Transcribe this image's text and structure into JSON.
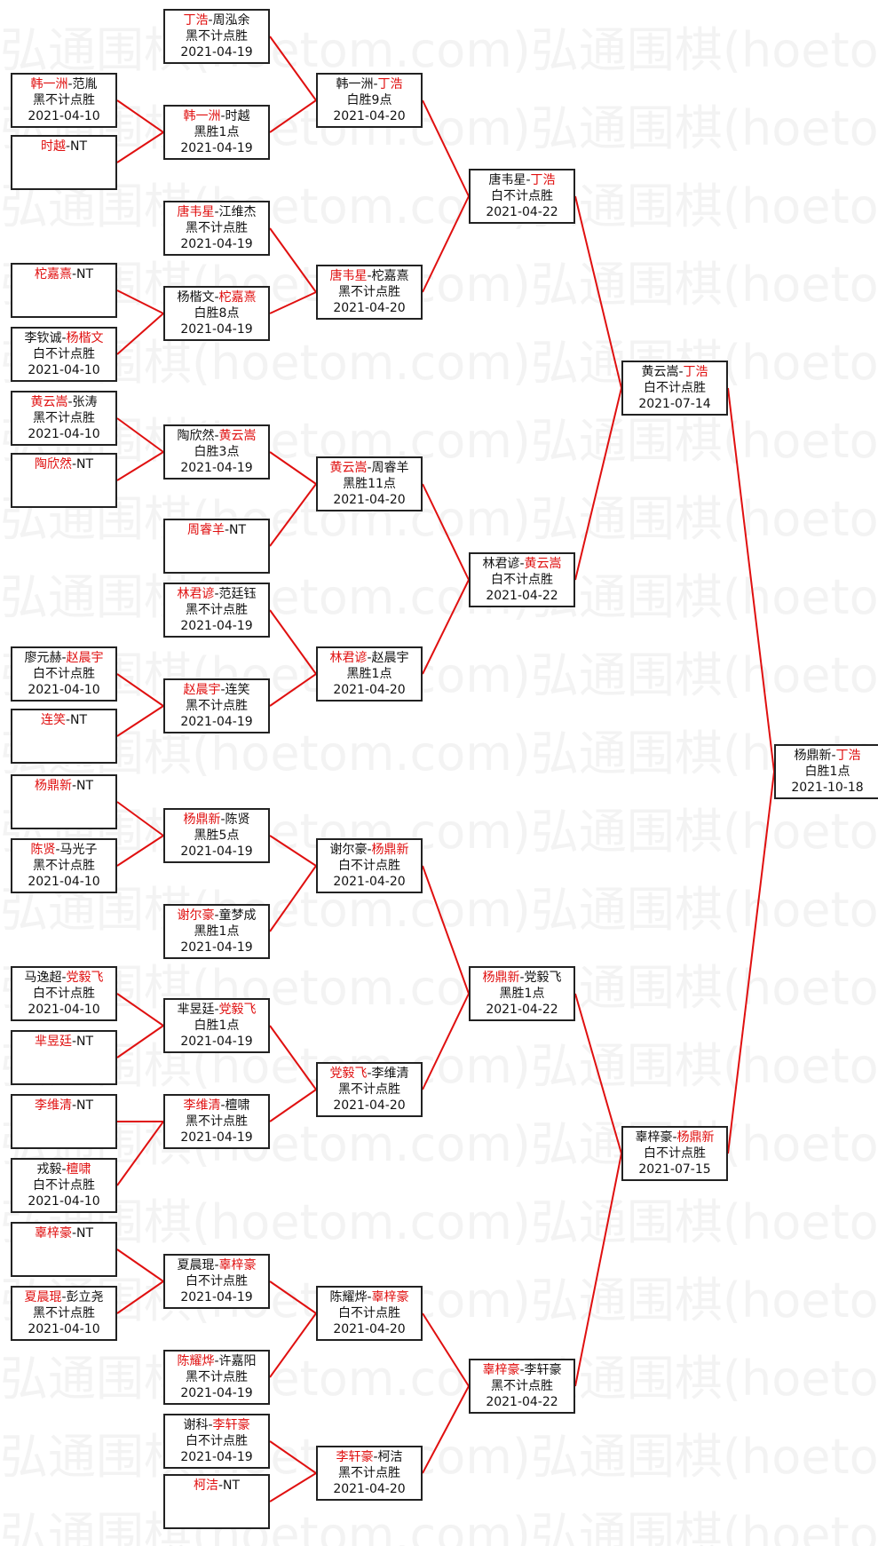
{
  "watermark": "弘通围棋(hoetom.com)",
  "colors": {
    "winner": "#e01010",
    "connector": "#e01010",
    "border": "#222222",
    "text": "#111111"
  },
  "rounds": {
    "r1": [
      {
        "id": "r1-1",
        "p1": "韩一洲",
        "p2": "范胤",
        "w": 1,
        "result": "黑不计点胜",
        "date": "2021-04-10"
      },
      {
        "id": "r1-2",
        "p1": "时越",
        "p2": "NT",
        "w": 1,
        "result": "",
        "date": ""
      },
      {
        "id": "r1-3",
        "p1": "柁嘉熹",
        "p2": "NT",
        "w": 1,
        "result": "",
        "date": ""
      },
      {
        "id": "r1-4",
        "p1": "李钦诚",
        "p2": "杨楷文",
        "w": 2,
        "result": "白不计点胜",
        "date": "2021-04-10"
      },
      {
        "id": "r1-5",
        "p1": "黄云嵩",
        "p2": "张涛",
        "w": 1,
        "result": "黑不计点胜",
        "date": "2021-04-10"
      },
      {
        "id": "r1-6",
        "p1": "陶欣然",
        "p2": "NT",
        "w": 1,
        "result": "",
        "date": ""
      },
      {
        "id": "r1-7",
        "p1": "廖元赫",
        "p2": "赵晨宇",
        "w": 2,
        "result": "白不计点胜",
        "date": "2021-04-10"
      },
      {
        "id": "r1-8",
        "p1": "连笑",
        "p2": "NT",
        "w": 1,
        "result": "",
        "date": ""
      },
      {
        "id": "r1-9",
        "p1": "杨鼎新",
        "p2": "NT",
        "w": 1,
        "result": "",
        "date": ""
      },
      {
        "id": "r1-10",
        "p1": "陈贤",
        "p2": "马光子",
        "w": 1,
        "result": "黑不计点胜",
        "date": "2021-04-10"
      },
      {
        "id": "r1-11",
        "p1": "马逸超",
        "p2": "党毅飞",
        "w": 2,
        "result": "白不计点胜",
        "date": "2021-04-10"
      },
      {
        "id": "r1-12",
        "p1": "芈昱廷",
        "p2": "NT",
        "w": 1,
        "result": "",
        "date": ""
      },
      {
        "id": "r1-13",
        "p1": "李维清",
        "p2": "NT",
        "w": 1,
        "result": "",
        "date": ""
      },
      {
        "id": "r1-14",
        "p1": "戎毅",
        "p2": "檀啸",
        "w": 2,
        "result": "白不计点胜",
        "date": "2021-04-10"
      },
      {
        "id": "r1-15",
        "p1": "辜梓豪",
        "p2": "NT",
        "w": 1,
        "result": "",
        "date": ""
      },
      {
        "id": "r1-16",
        "p1": "夏晨琨",
        "p2": "彭立尧",
        "w": 1,
        "result": "黑不计点胜",
        "date": "2021-04-10"
      }
    ],
    "r2": [
      {
        "id": "r2-1",
        "p1": "丁浩",
        "p2": "周泓余",
        "w": 1,
        "result": "黑不计点胜",
        "date": "2021-04-19"
      },
      {
        "id": "r2-2",
        "p1": "韩一洲",
        "p2": "时越",
        "w": 1,
        "result": "黑胜1点",
        "date": "2021-04-19"
      },
      {
        "id": "r2-3",
        "p1": "唐韦星",
        "p2": "江维杰",
        "w": 1,
        "result": "黑不计点胜",
        "date": "2021-04-19"
      },
      {
        "id": "r2-4",
        "p1": "杨楷文",
        "p2": "柁嘉熹",
        "w": 2,
        "result": "白胜8点",
        "date": "2021-04-19"
      },
      {
        "id": "r2-5",
        "p1": "陶欣然",
        "p2": "黄云嵩",
        "w": 2,
        "result": "白胜3点",
        "date": "2021-04-19"
      },
      {
        "id": "r2-6",
        "p1": "周睿羊",
        "p2": "NT",
        "w": 1,
        "result": "",
        "date": ""
      },
      {
        "id": "r2-7",
        "p1": "林君谚",
        "p2": "范廷钰",
        "w": 1,
        "result": "黑不计点胜",
        "date": "2021-04-19"
      },
      {
        "id": "r2-8",
        "p1": "赵晨宇",
        "p2": "连笑",
        "w": 1,
        "result": "黑不计点胜",
        "date": "2021-04-19"
      },
      {
        "id": "r2-9",
        "p1": "杨鼎新",
        "p2": "陈贤",
        "w": 1,
        "result": "黑胜5点",
        "date": "2021-04-19"
      },
      {
        "id": "r2-10",
        "p1": "谢尔豪",
        "p2": "童梦成",
        "w": 1,
        "result": "黑胜1点",
        "date": "2021-04-19"
      },
      {
        "id": "r2-11",
        "p1": "芈昱廷",
        "p2": "党毅飞",
        "w": 2,
        "result": "白胜1点",
        "date": "2021-04-19"
      },
      {
        "id": "r2-12",
        "p1": "李维清",
        "p2": "檀啸",
        "w": 1,
        "result": "黑不计点胜",
        "date": "2021-04-19"
      },
      {
        "id": "r2-13",
        "p1": "夏晨琨",
        "p2": "辜梓豪",
        "w": 2,
        "result": "白不计点胜",
        "date": "2021-04-19"
      },
      {
        "id": "r2-14",
        "p1": "陈耀烨",
        "p2": "许嘉阳",
        "w": 1,
        "result": "黑不计点胜",
        "date": "2021-04-19"
      },
      {
        "id": "r2-15",
        "p1": "谢科",
        "p2": "李轩豪",
        "w": 2,
        "result": "白不计点胜",
        "date": "2021-04-19"
      },
      {
        "id": "r2-16",
        "p1": "柯洁",
        "p2": "NT",
        "w": 1,
        "result": "",
        "date": ""
      }
    ],
    "r3": [
      {
        "id": "r3-1",
        "p1": "韩一洲",
        "p2": "丁浩",
        "w": 2,
        "result": "白胜9点",
        "date": "2021-04-20"
      },
      {
        "id": "r3-2",
        "p1": "唐韦星",
        "p2": "柁嘉熹",
        "w": 1,
        "result": "黑不计点胜",
        "date": "2021-04-20"
      },
      {
        "id": "r3-3",
        "p1": "黄云嵩",
        "p2": "周睿羊",
        "w": 1,
        "result": "黑胜11点",
        "date": "2021-04-20"
      },
      {
        "id": "r3-4",
        "p1": "林君谚",
        "p2": "赵晨宇",
        "w": 1,
        "result": "黑胜1点",
        "date": "2021-04-20"
      },
      {
        "id": "r3-5",
        "p1": "谢尔豪",
        "p2": "杨鼎新",
        "w": 2,
        "result": "白不计点胜",
        "date": "2021-04-20"
      },
      {
        "id": "r3-6",
        "p1": "党毅飞",
        "p2": "李维清",
        "w": 1,
        "result": "黑不计点胜",
        "date": "2021-04-20"
      },
      {
        "id": "r3-7",
        "p1": "陈耀烨",
        "p2": "辜梓豪",
        "w": 2,
        "result": "白不计点胜",
        "date": "2021-04-20"
      },
      {
        "id": "r3-8",
        "p1": "李轩豪",
        "p2": "柯洁",
        "w": 1,
        "result": "黑不计点胜",
        "date": "2021-04-20"
      }
    ],
    "r4": [
      {
        "id": "r4-1",
        "p1": "唐韦星",
        "p2": "丁浩",
        "w": 2,
        "result": "白不计点胜",
        "date": "2021-04-22"
      },
      {
        "id": "r4-2",
        "p1": "林君谚",
        "p2": "黄云嵩",
        "w": 2,
        "result": "白不计点胜",
        "date": "2021-04-22"
      },
      {
        "id": "r4-3",
        "p1": "杨鼎新",
        "p2": "党毅飞",
        "w": 1,
        "result": "黑胜1点",
        "date": "2021-04-22"
      },
      {
        "id": "r4-4",
        "p1": "辜梓豪",
        "p2": "李轩豪",
        "w": 1,
        "result": "黑不计点胜",
        "date": "2021-04-22"
      }
    ],
    "r5": [
      {
        "id": "r5-1",
        "p1": "黄云嵩",
        "p2": "丁浩",
        "w": 2,
        "result": "白不计点胜",
        "date": "2021-07-14"
      },
      {
        "id": "r5-2",
        "p1": "辜梓豪",
        "p2": "杨鼎新",
        "w": 2,
        "result": "白不计点胜",
        "date": "2021-07-15"
      }
    ],
    "r6": [
      {
        "id": "r6-1",
        "p1": "杨鼎新",
        "p2": "丁浩",
        "w": 2,
        "result": "白胜1点",
        "date": "2021-10-18"
      }
    ]
  }
}
